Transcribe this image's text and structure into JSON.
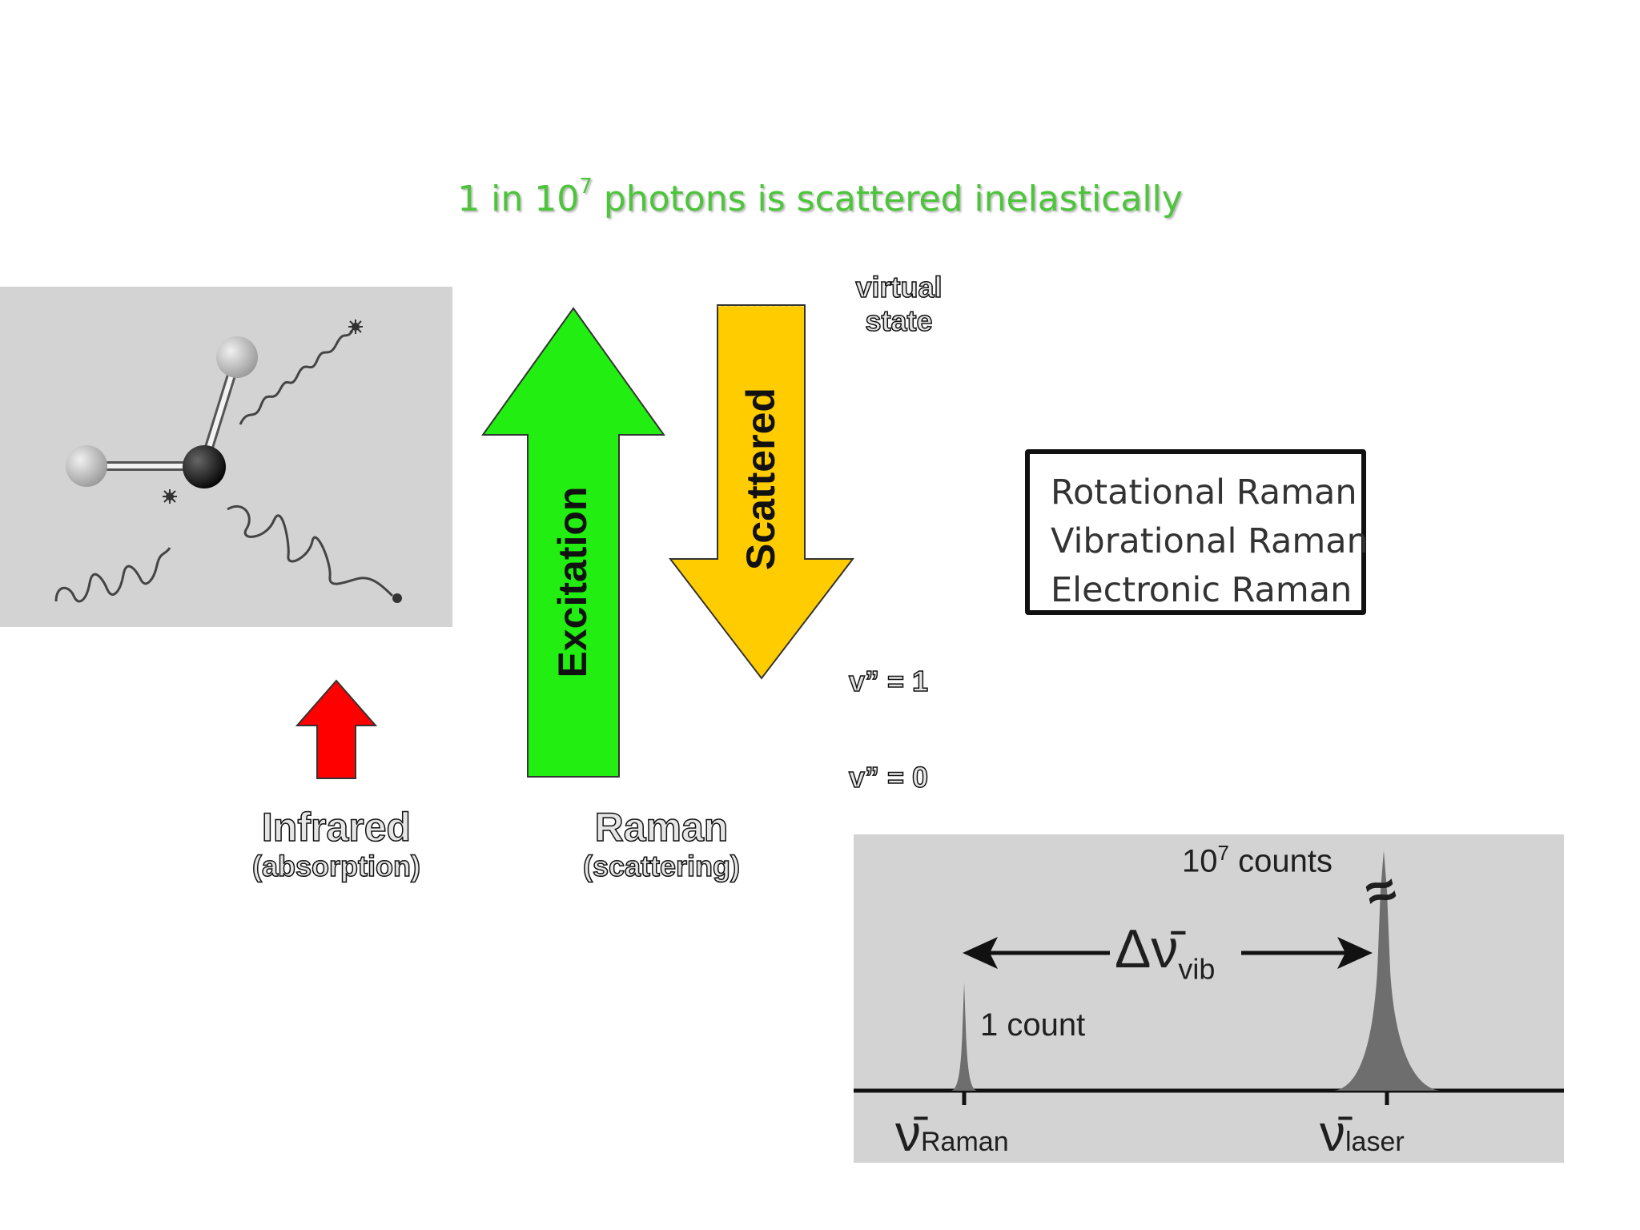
{
  "title": {
    "prefix": "1 in 10",
    "exponent": "7",
    "suffix": " photons is scattered inelastically",
    "color": "#4cc53a"
  },
  "levels": {
    "virtual_state_line1": "virtual",
    "virtual_state_line2": "state",
    "v1": "v” = 1",
    "v0": "v” = 0"
  },
  "arrows": {
    "excitation": {
      "label": "Excitation",
      "color": "#22ee11"
    },
    "scattered": {
      "label": "Scattered",
      "color": "#ffcc00"
    },
    "infrared": {
      "color": "#ff0000"
    }
  },
  "processes": {
    "infrared_title": "Infrared",
    "infrared_sub": "(absorption)",
    "raman_title": "Raman",
    "raman_sub": "(scattering)"
  },
  "raman_types": [
    "Rotational Raman",
    "Vibrational Raman",
    "Electronic Raman"
  ],
  "spectrum": {
    "laser_counts_base": "10",
    "laser_counts_exp": "7",
    "laser_counts_suffix": "counts",
    "raman_counts": "1 count",
    "delta_symbol": "Δν̄",
    "delta_sub": "vib",
    "nu_raman_sub": "Raman",
    "nu_laser_sub": "laser",
    "break_mark": "≈"
  }
}
